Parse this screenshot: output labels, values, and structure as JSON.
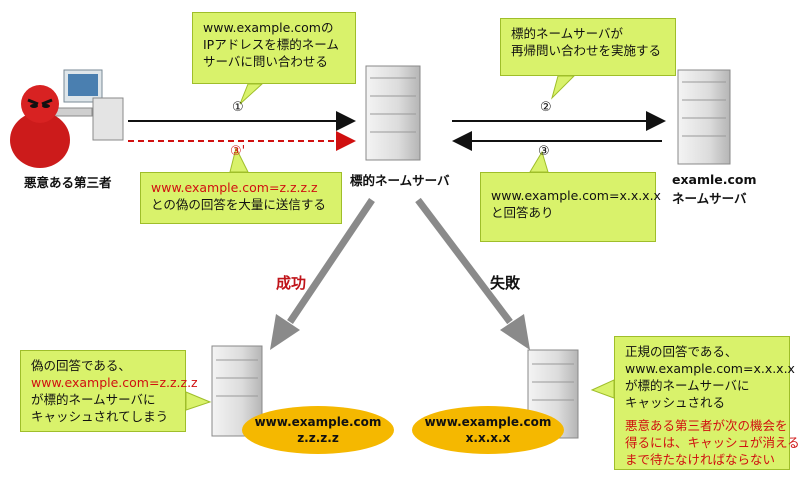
{
  "bubbles": {
    "query_top": {
      "lines": [
        "www.example.comの",
        "IPアドレスを標的ネーム",
        "サーバに問い合わせる"
      ]
    },
    "recursive_top": {
      "lines": [
        "標的ネームサーバが",
        "再帰問い合わせを実施する"
      ]
    },
    "fake_reply": {
      "line1": "www.example.com=z.z.z.z",
      "line2": "との偽の回答を大量に送信する"
    },
    "real_reply": {
      "line1": "www.example.com=x.x.x.x",
      "line2": "と回答あり"
    },
    "success_note": {
      "line1": "偽の回答である、",
      "line2": "www.example.com=z.z.z.z",
      "line3": "が標的ネームサーバに",
      "line4": "キャッシュされてしまう"
    },
    "failure_note": {
      "line1": "正規の回答である、",
      "line2": "www.example.com=x.x.x.x",
      "line3": "が標的ネームサーバに",
      "line4": "キャッシュされる",
      "line5": "悪意ある第三者が次の機会を",
      "line6": "得るには、キャッシュが消える",
      "line7": "まで待たなければならない"
    }
  },
  "labels": {
    "attacker": "悪意ある第三者",
    "target_server": "標的ネームサーバ",
    "auth_server_line1": "examle.com",
    "auth_server_line2": "ネームサーバ"
  },
  "steps": {
    "step1": "①",
    "step2": "②",
    "step3": "③",
    "step3_dash": "③'"
  },
  "outcomes": {
    "success": "成功",
    "failure": "失敗"
  },
  "caches": {
    "fake": {
      "domain": "www.example.com",
      "ip": "z.z.z.z"
    },
    "real": {
      "domain": "www.example.com",
      "ip": "x.x.x.x"
    }
  },
  "colors": {
    "bubble": "#d9f26b",
    "oval": "#f5b800",
    "alert_red": "#d01010",
    "arrow_gray": "#8a8a8a"
  }
}
